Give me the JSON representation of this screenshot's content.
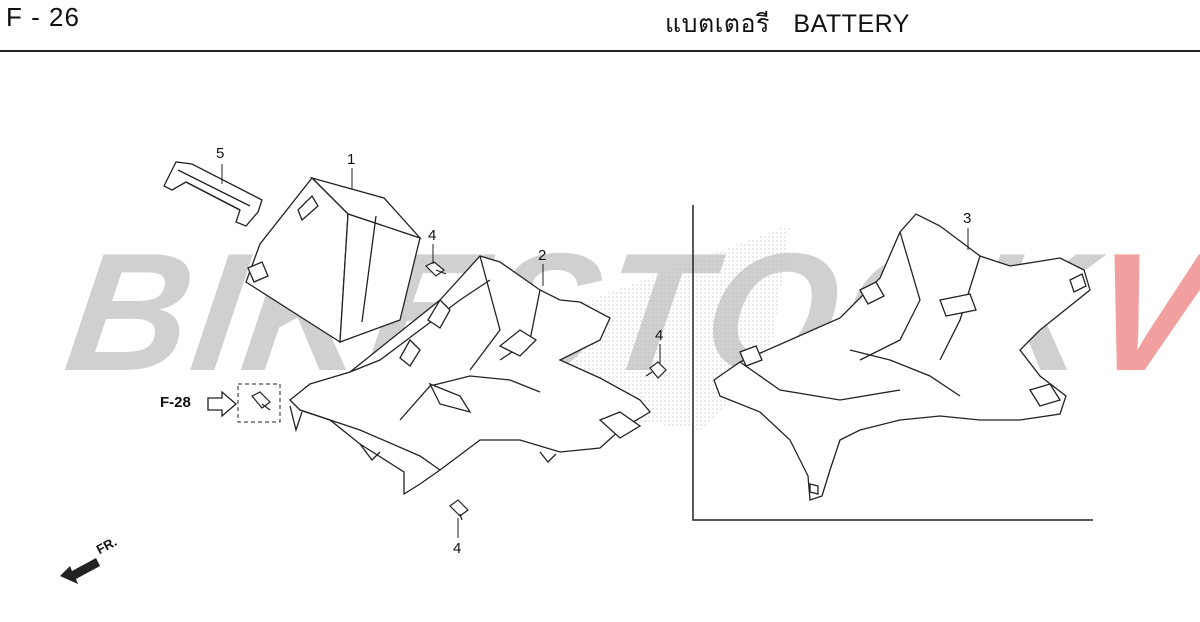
{
  "header": {
    "page_code": "F - 26",
    "title_thai": "แบตเตอรี",
    "title_en": "BATTERY"
  },
  "watermark": {
    "text_main": "BIKESTOCK",
    "text_accent": "VN"
  },
  "callouts": [
    {
      "id": "1",
      "label": "1",
      "part": "battery"
    },
    {
      "id": "2",
      "label": "2",
      "part": "battery-case"
    },
    {
      "id": "3",
      "label": "3",
      "part": "battery-case-variant"
    },
    {
      "id": "4a",
      "label": "4",
      "part": "screw"
    },
    {
      "id": "4b",
      "label": "4",
      "part": "screw"
    },
    {
      "id": "4c",
      "label": "4",
      "part": "screw"
    },
    {
      "id": "5",
      "label": "5",
      "part": "battery-band"
    }
  ],
  "reference": {
    "label": "F-28"
  },
  "direction": {
    "label": "FR."
  },
  "colors": {
    "line": "#222222",
    "watermark_gray": "#aaaaaa",
    "watermark_red": "#e65050"
  }
}
